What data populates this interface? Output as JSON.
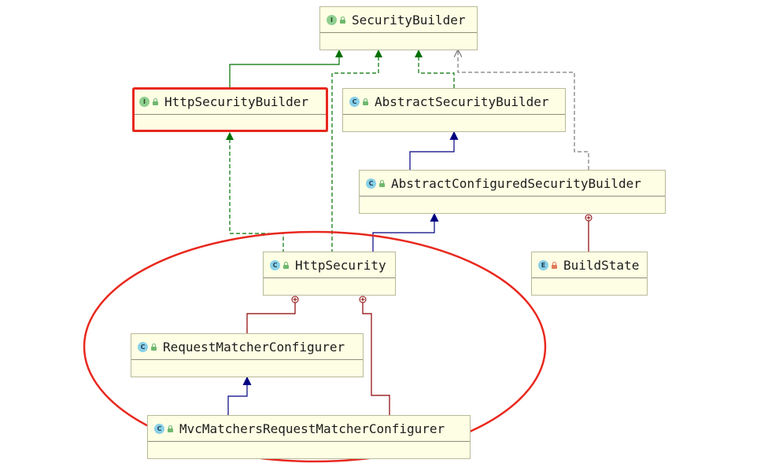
{
  "colors": {
    "background": "#ffffff",
    "node_fill": "#fefee4",
    "extends_arrow": "#000080",
    "implements_arrow": "#007000",
    "inner_class_link": "#8b0000",
    "dependency_arrow": "#7a7a7a",
    "highlight": "#e8281e"
  },
  "nodes": {
    "security_builder": {
      "name": "SecurityBuilder",
      "kind": "I",
      "kind_icon": "interface-icon"
    },
    "http_security_builder": {
      "name": "HttpSecurityBuilder",
      "kind": "I",
      "kind_icon": "interface-icon"
    },
    "abstract_security_builder": {
      "name": "AbstractSecurityBuilder",
      "kind": "C",
      "kind_icon": "abstract-class-icon"
    },
    "abstract_configured_security_builder": {
      "name": "AbstractConfiguredSecurityBuilder",
      "kind": "C",
      "kind_icon": "abstract-class-icon"
    },
    "http_security": {
      "name": "HttpSecurity",
      "kind": "C",
      "kind_icon": "class-icon"
    },
    "build_state": {
      "name": "BuildState",
      "kind": "E",
      "kind_icon": "enum-icon"
    },
    "request_matcher_configurer": {
      "name": "RequestMatcherConfigurer",
      "kind": "C",
      "kind_icon": "class-icon"
    },
    "mvc_matchers_request_matcher_configurer": {
      "name": "MvcMatchersRequestMatcherConfigurer",
      "kind": "C",
      "kind_icon": "class-icon"
    }
  }
}
